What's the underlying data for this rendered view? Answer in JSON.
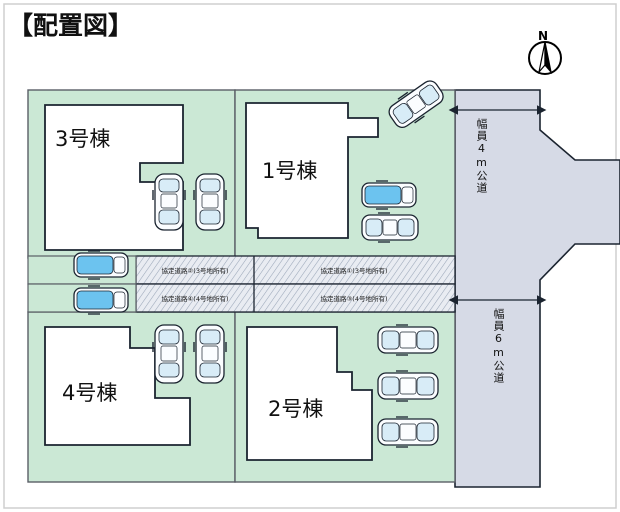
{
  "title": "【配置図】",
  "compass": {
    "north_label": "N",
    "icon": "compass-north-icon"
  },
  "colors": {
    "lot_green": "#cbe8d5",
    "house_white": "#ffffff",
    "road_grey": "#d6dae6",
    "private_road_hatch": "#e9ecf2",
    "car_blue": "#6cc3ef",
    "car_white": "#fbfdff",
    "car_glass": "#d8ecf7",
    "outline": "#1b2430",
    "frame": "#cfcfcf"
  },
  "lots": [
    {
      "id": "lot-3",
      "label": "3号棟",
      "position": "top-left"
    },
    {
      "id": "lot-1",
      "label": "1号棟",
      "position": "top-right"
    },
    {
      "id": "lot-4",
      "label": "4号棟",
      "position": "bottom-left"
    },
    {
      "id": "lot-2",
      "label": "2号棟",
      "position": "bottom-right"
    }
  ],
  "private_roads": [
    {
      "id": "kyotei-2",
      "label": "協定道路②(3号地所有)",
      "row": "upper",
      "side": "left"
    },
    {
      "id": "kyotei-1",
      "label": "協定道路①(3号地所有)",
      "row": "upper",
      "side": "right"
    },
    {
      "id": "kyotei-4",
      "label": "協定道路④(4号地所有)",
      "row": "lower",
      "side": "left"
    },
    {
      "id": "kyotei-3",
      "label": "協定道路③(4号地所有)",
      "row": "lower",
      "side": "right"
    }
  ],
  "public_roads": [
    {
      "id": "road-north",
      "label": "幅員4m公道",
      "width_m": 4,
      "orientation": "vertical",
      "side": "east-upper"
    },
    {
      "id": "road-south",
      "label": "幅員6m公道",
      "width_m": 6,
      "orientation": "vertical",
      "side": "east-lower"
    }
  ],
  "parking": {
    "lot_3": [
      {
        "id": "car-3a",
        "color": "white",
        "orientation": "vertical"
      },
      {
        "id": "car-3b",
        "color": "white",
        "orientation": "vertical"
      },
      {
        "id": "car-3c",
        "color": "blue",
        "orientation": "horizontal"
      }
    ],
    "lot_1": [
      {
        "id": "car-1a",
        "color": "white",
        "orientation": "diagonal"
      },
      {
        "id": "car-1b",
        "color": "blue",
        "orientation": "horizontal"
      },
      {
        "id": "car-1c",
        "color": "white",
        "orientation": "horizontal"
      }
    ],
    "lot_4": [
      {
        "id": "car-4a",
        "color": "blue",
        "orientation": "horizontal"
      },
      {
        "id": "car-4b",
        "color": "white",
        "orientation": "vertical"
      },
      {
        "id": "car-4c",
        "color": "white",
        "orientation": "vertical"
      }
    ],
    "lot_2": [
      {
        "id": "car-2a",
        "color": "white",
        "orientation": "horizontal"
      },
      {
        "id": "car-2b",
        "color": "white",
        "orientation": "horizontal"
      },
      {
        "id": "car-2c",
        "color": "white",
        "orientation": "horizontal"
      }
    ]
  }
}
